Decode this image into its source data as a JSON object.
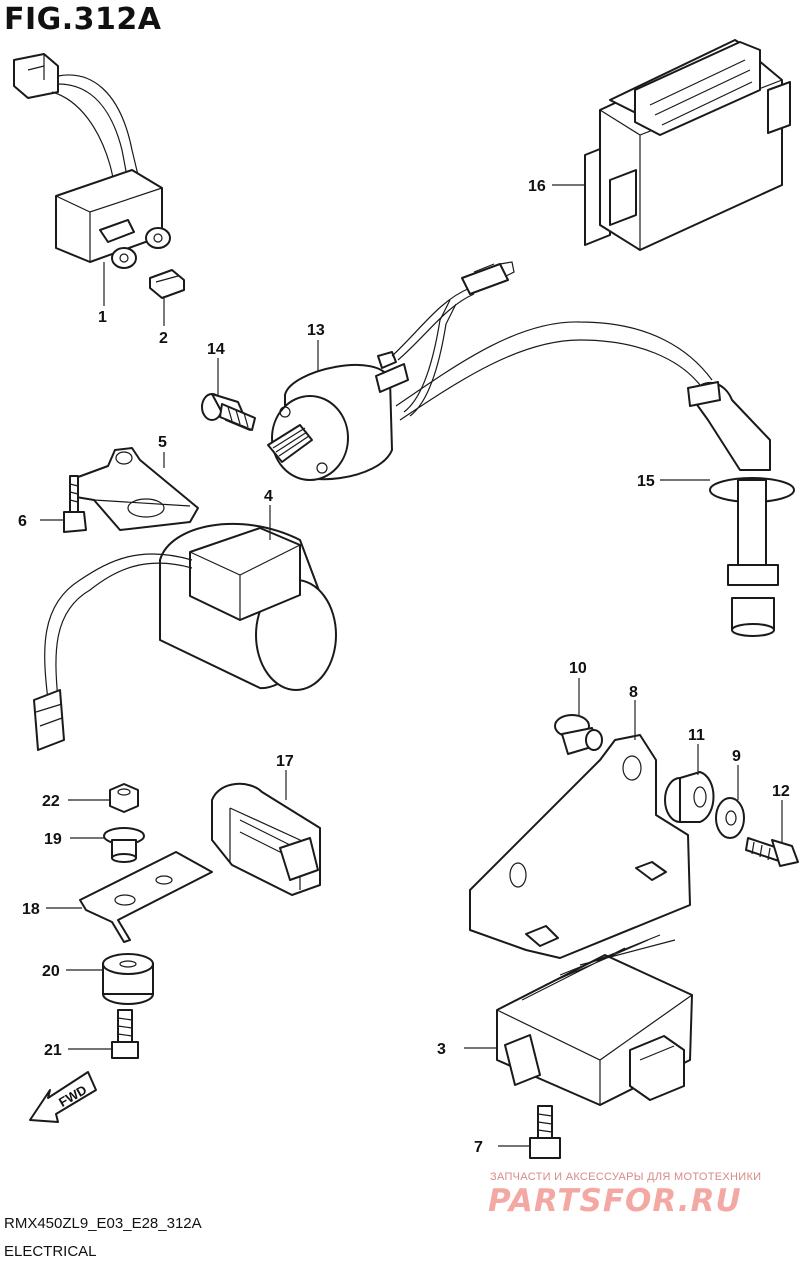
{
  "figure_title": "FIG.312A",
  "diagram_code": "RMX450ZL9_E03_E28_312A",
  "section_name": "ELECTRICAL",
  "fwd_label": "FWD",
  "watermark": {
    "subtitle": "ЗАПЧАСТИ И АКСЕССУАРЫ ДЛЯ МОТОТЕХНИКИ",
    "logo": "PARTSFOR.RU"
  },
  "callouts": [
    {
      "id": "1"
    },
    {
      "id": "2"
    },
    {
      "id": "3"
    },
    {
      "id": "4"
    },
    {
      "id": "5"
    },
    {
      "id": "6"
    },
    {
      "id": "7"
    },
    {
      "id": "8"
    },
    {
      "id": "9"
    },
    {
      "id": "10"
    },
    {
      "id": "11"
    },
    {
      "id": "12"
    },
    {
      "id": "13"
    },
    {
      "id": "14"
    },
    {
      "id": "15"
    },
    {
      "id": "16"
    },
    {
      "id": "17"
    },
    {
      "id": "18"
    },
    {
      "id": "19"
    },
    {
      "id": "20"
    },
    {
      "id": "21"
    },
    {
      "id": "22"
    }
  ]
}
